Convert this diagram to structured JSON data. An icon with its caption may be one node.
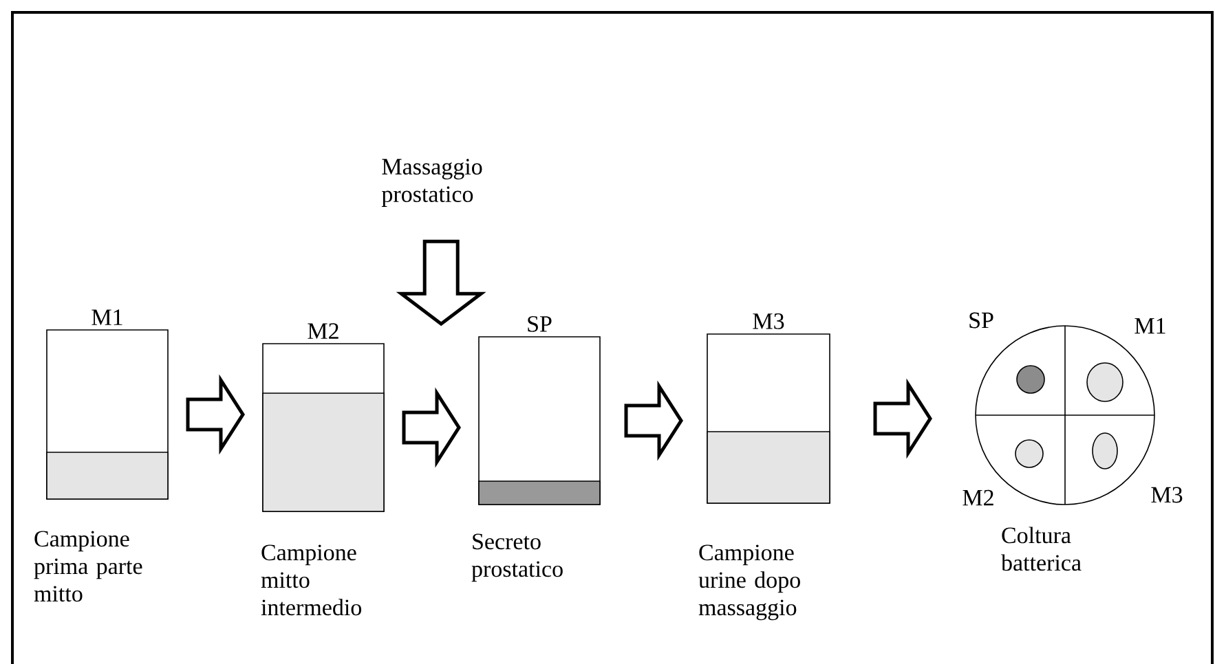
{
  "diagram": {
    "nodes": [
      {
        "text": [
          "M1"
        ],
        "beside": [
          "Campione prima parte mitto"
        ]
      },
      {
        "text": [
          "M2"
        ],
        "beside": [
          "Campione mitto intermedio"
        ]
      },
      {
        "text": [
          "SP"
        ],
        "beside": [
          "Secreto prostatico"
        ]
      },
      {
        "text": [
          "M3"
        ],
        "beside": [
          "Campione urine dopo massaggio"
        ]
      },
      {
        "text": [],
        "shape": "circle",
        "beside": [
          "Coltura batterica"
        ]
      },
      {
        "text": [
          "Massaggio prostatico"
        ]
      }
    ],
    "edges": [
      {
        "from": 0,
        "to": 1,
        "arrow": "to"
      },
      {
        "from": 1,
        "to": 2,
        "arrow": "to"
      },
      {
        "from": 2,
        "to": 3,
        "arrow": "to"
      },
      {
        "from": 3,
        "to": 4,
        "arrow": "to"
      },
      {
        "from": 5,
        "to": 2,
        "arrow": "to"
      }
    ],
    "labels": [
      "SP",
      "M1",
      "M2",
      "M3"
    ]
  }
}
